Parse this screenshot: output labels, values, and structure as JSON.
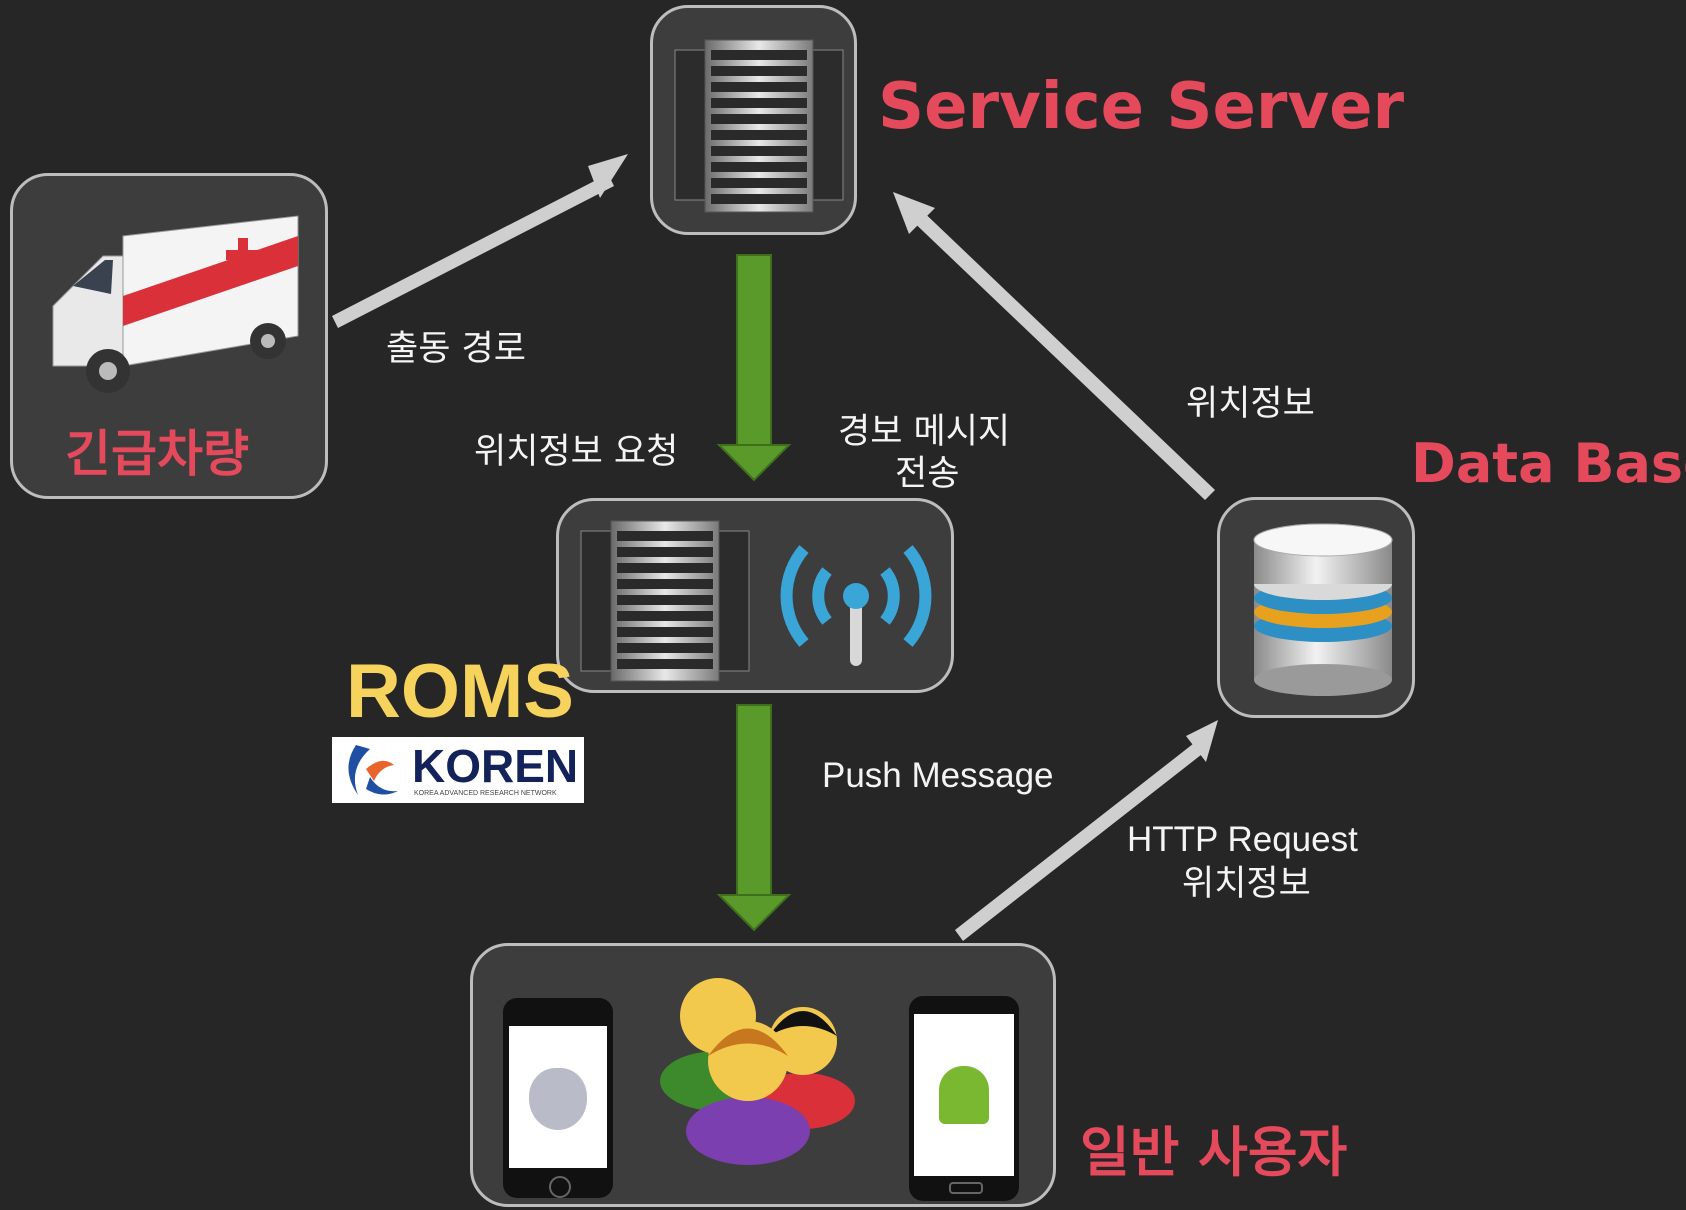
{
  "header_text": "",
  "nodes": {
    "service_server": {
      "label": "Service Server"
    },
    "database": {
      "label": "Data Base"
    },
    "ambulance": {
      "label": "긴급차량"
    },
    "roms": {
      "label": "ROMS",
      "logo_text": "KOREN",
      "logo_subtext": "KOREA ADVANCED RESEARCH NETWORK"
    },
    "users": {
      "label": "일반 사용자"
    }
  },
  "edges": {
    "dispatch_route": "출동 경로",
    "location_request": "위치정보 요청",
    "alert_line1": "경보 메시지",
    "alert_line2": "전송",
    "push_message": "Push Message",
    "db_to_server": "위치정보",
    "http_line1": "HTTP Request",
    "http_line2": "위치정보"
  },
  "colors": {
    "accent_red": "#e44a5c",
    "roms_yellow": "#f6d35c",
    "arrow_green": "#5a9a2a",
    "arrow_gray": "#cfcfcf"
  }
}
